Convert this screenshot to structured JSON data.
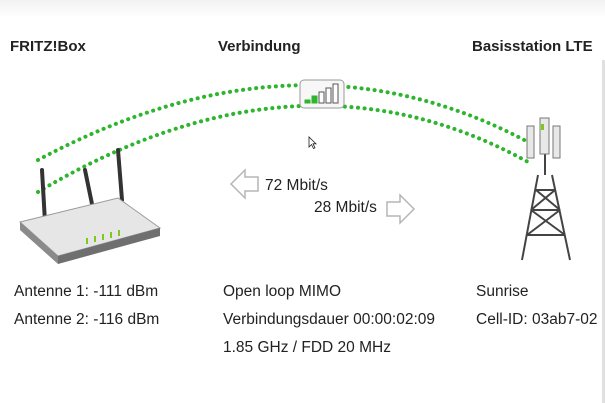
{
  "headers": {
    "left": "FRITZ!Box",
    "center": "Verbindung",
    "right": "Basisstation LTE"
  },
  "rates": {
    "down": "72 Mbit/s",
    "up": "28 Mbit/s"
  },
  "fritzbox": {
    "antenna1": "Antenne 1: -111 dBm",
    "antenna2": "Antenne 2: -116 dBm"
  },
  "connection": {
    "mode": "Open loop MIMO",
    "duration": "Verbindungsdauer 00:00:02:09",
    "band": "1.85 GHz / FDD 20 MHz"
  },
  "basestation": {
    "provider": "Sunrise",
    "cell_id": "Cell-ID: 03ab7-02"
  },
  "signal_strength": {
    "filled_bars": 2,
    "total_bars": 5
  },
  "colors": {
    "link_dots": "#2db52d",
    "signal_active": "#2db52d",
    "arrow_outline": "#b5b5b5",
    "text": "#222222"
  },
  "icons": {
    "router": "router-icon",
    "tower": "lte-tower-icon",
    "signal": "signal-strength-icon",
    "down_arrow": "arrow-left-icon",
    "up_arrow": "arrow-right-icon",
    "cursor": "mouse-cursor-icon"
  }
}
